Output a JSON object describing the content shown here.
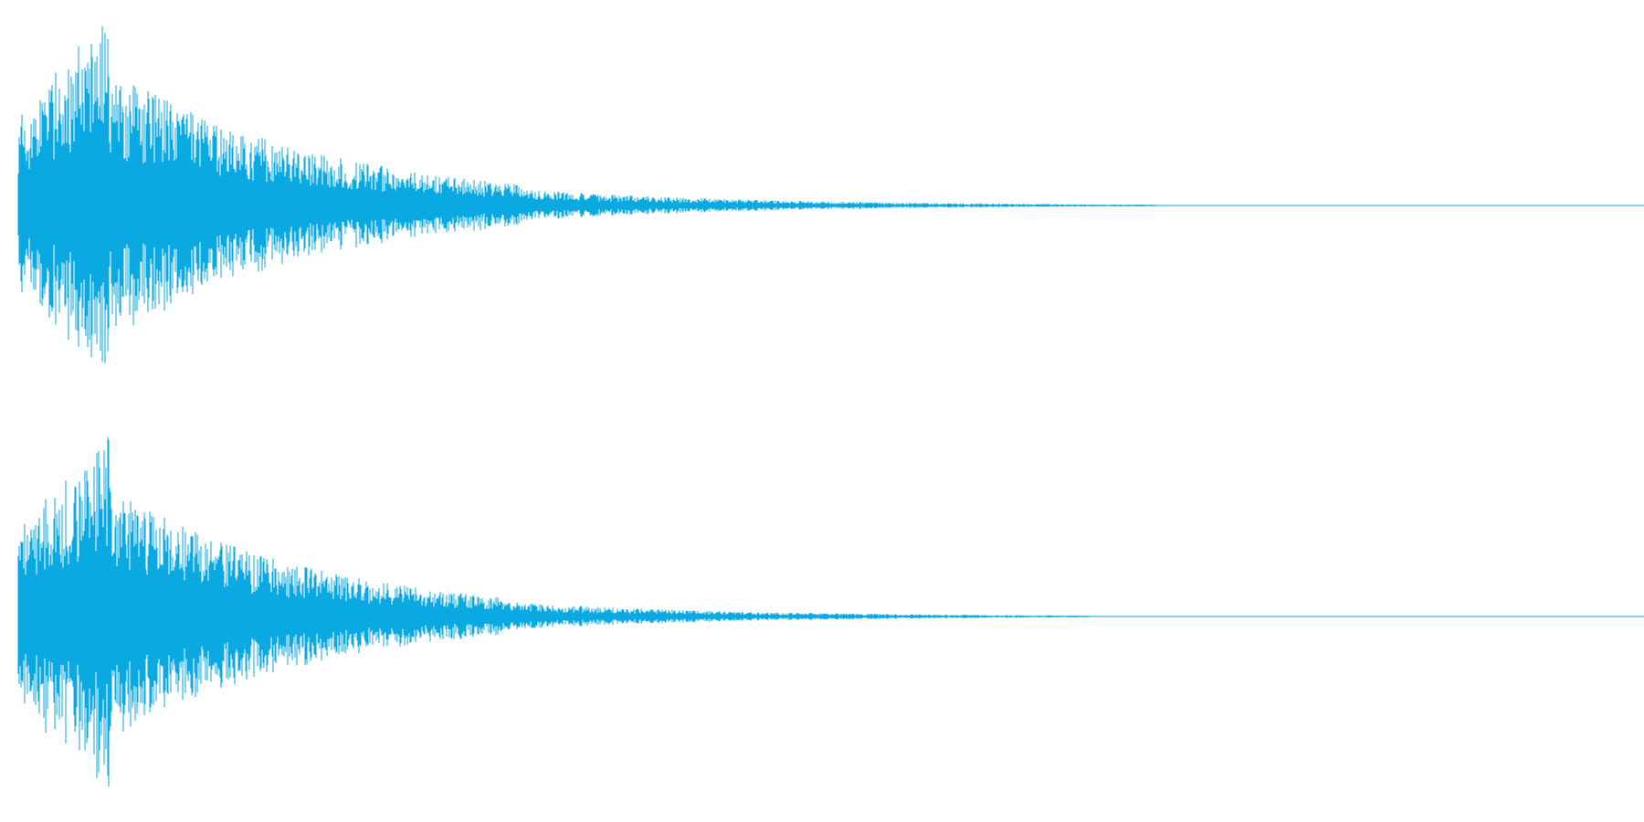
{
  "view": {
    "type": "stereo-waveform",
    "channels": [
      {
        "name": "",
        "peak_amplitude": 0.98,
        "decay_fraction_of_width": 0.7
      },
      {
        "name": "",
        "peak_amplitude": 0.95,
        "decay_fraction_of_width": 0.66
      }
    ],
    "colors": {
      "background": "#ffffff",
      "waveform": "#0aa9e2",
      "baseline": "#0aa9e2"
    }
  }
}
